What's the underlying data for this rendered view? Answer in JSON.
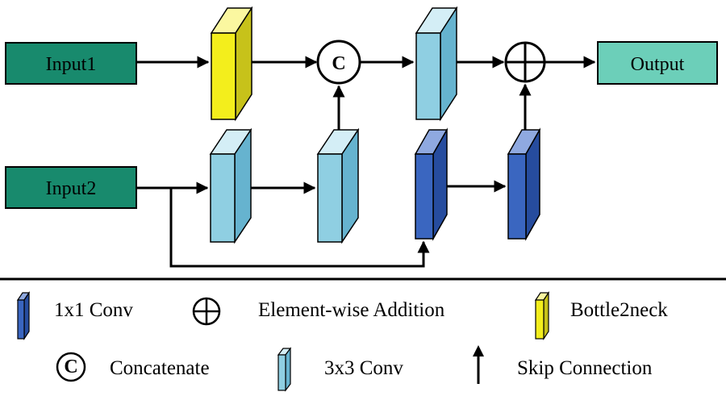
{
  "inputs": {
    "input1": "Input1",
    "input2": "Input2"
  },
  "output": "Output",
  "operators": {
    "concat_letter": "C"
  },
  "legend": {
    "conv1x1": "1x1 Conv",
    "addition": "Element-wise Addition",
    "bottle2neck": "Bottle2neck",
    "concatenate": "Concatenate",
    "conv3x3": "3x3 Conv",
    "skip": "Skip Connection"
  },
  "colors": {
    "input_fill": "#188a6d",
    "output_fill": "#6ccfb9",
    "bottle2neck": "#f3ee1c",
    "conv3x3": "#8fcfe2",
    "conv1x1": "#3a66c0",
    "line": "#000000"
  }
}
